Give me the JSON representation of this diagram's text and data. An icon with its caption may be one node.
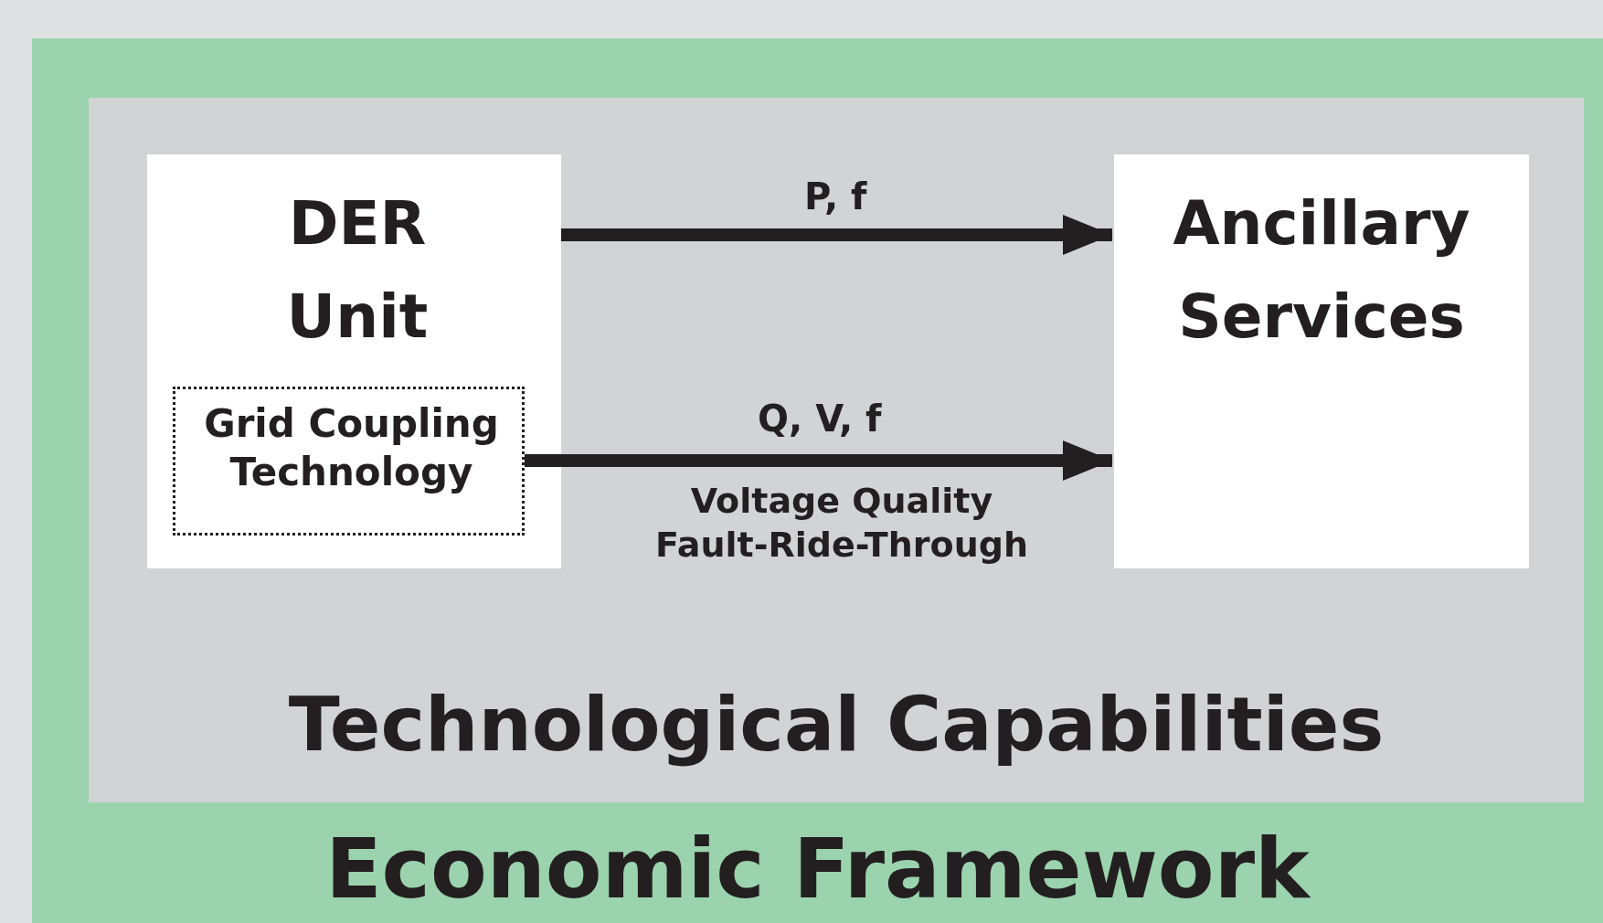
{
  "diagram": {
    "nodes": [
      {
        "text": [
          "Economic Framework"
        ]
      },
      {
        "text": [
          "Technological Capabilities"
        ],
        "in": 0
      },
      {
        "text": [
          "DER Unit"
        ],
        "in": 1
      },
      {
        "text": [
          "Grid Coupling Technology"
        ],
        "in": 2
      },
      {
        "text": [
          "Ancillary Services"
        ],
        "in": 1
      }
    ],
    "edges": [
      {
        "from": 2,
        "to": 4,
        "arrow": "to",
        "label": "P, f"
      },
      {
        "from": 3,
        "to": 4,
        "arrow": "to",
        "label": "Q, V, f"
      }
    ],
    "labels": [
      "Voltage Quality Fault-Ride-Through"
    ]
  }
}
